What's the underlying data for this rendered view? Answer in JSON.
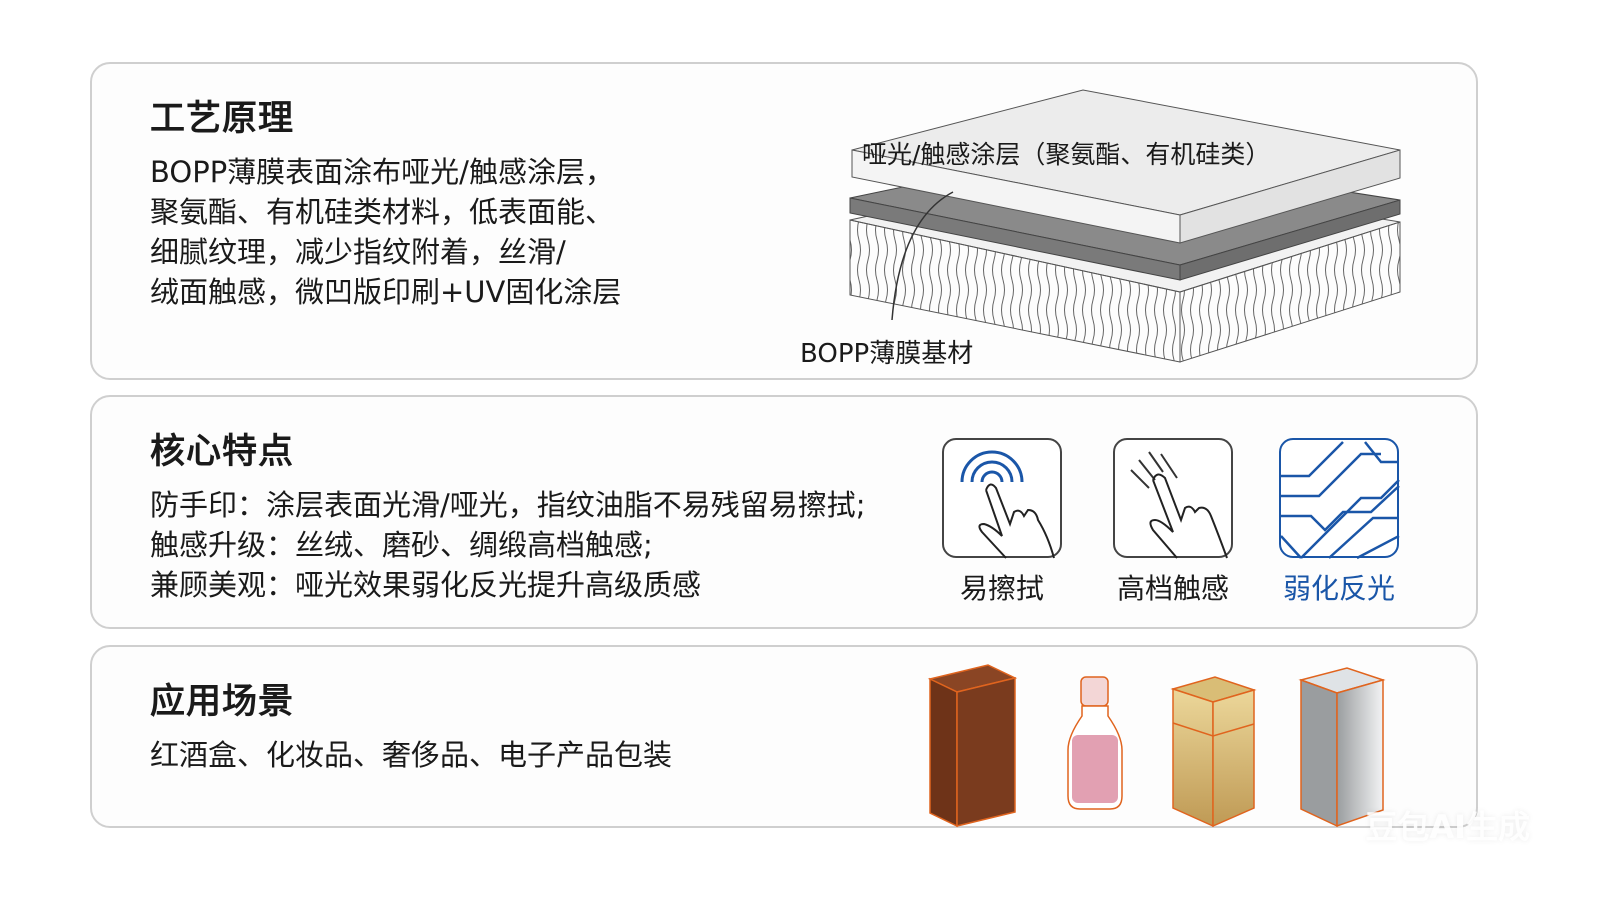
{
  "sections": {
    "principle": {
      "title": "工艺原理",
      "lines": [
        "BOPP薄膜表面涂布哑光/触感涂层，",
        "聚氨酯、有机硅类材料，低表面能、",
        "细腻纹理，减少指纹附着，丝滑/",
        "绒面触感，微凹版印刷+UV固化涂层"
      ],
      "diagram": {
        "coating_label": "哑光/触感涂层（聚氨酯、有机硅类）",
        "substrate_label": "BOPP薄膜基材"
      }
    },
    "features": {
      "title": "核心特点",
      "lines": [
        "防手印：涂层表面光滑/哑光，指纹油脂不易残留易擦拭;",
        "触感升级：丝绒、磨砂、绸缎高档触感;",
        "兼顾美观：哑光效果弱化反光提升高级质感"
      ],
      "icons": [
        {
          "label": "易擦拭",
          "icon": "touch-ripple-hand-icon"
        },
        {
          "label": "高档触感",
          "icon": "swipe-hand-icon"
        },
        {
          "label": "弱化反光",
          "icon": "reflection-pattern-icon",
          "color": "#1a56a8"
        }
      ]
    },
    "applications": {
      "title": "应用场景",
      "lines": [
        "红酒盒、化妆品、奢侈品、电子产品包装"
      ],
      "products": [
        "wine-box-icon",
        "cosmetic-bottle-icon",
        "luxury-gold-box-icon",
        "electronics-silver-box-icon"
      ]
    }
  },
  "colors": {
    "accent_blue": "#1a56a8",
    "outline_orange": "#e0641e",
    "wine_brown": "#7a3b1e",
    "pink": "#e2a0b2"
  },
  "watermark": "豆包AI生成"
}
